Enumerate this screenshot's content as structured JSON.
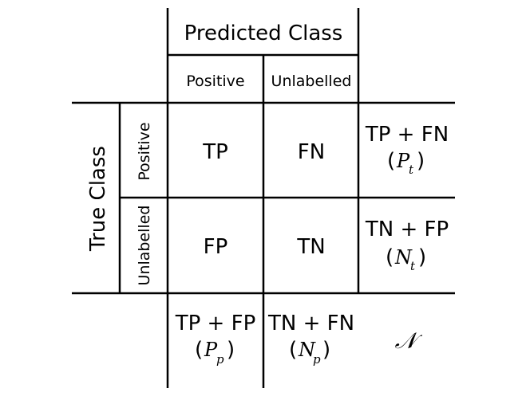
{
  "header": {
    "predicted_title": "Predicted Class",
    "col_positive": "Positive",
    "col_unlabelled": "Unlabelled"
  },
  "side": {
    "true_title": "True Class",
    "row_positive": "Positive",
    "row_unlabelled": "Unlabelled"
  },
  "cells": {
    "tp": "TP",
    "fn": "FN",
    "fp": "FP",
    "tn": "TN"
  },
  "row_totals": {
    "positive_sum": "TP + FN",
    "positive_sym": "P",
    "positive_sub": "t",
    "unlabelled_sum": "TN + FP",
    "unlabelled_sym": "N",
    "unlabelled_sub": "t"
  },
  "col_totals": {
    "positive_sum": "TP + FP",
    "positive_sym": "P",
    "positive_sub": "p",
    "unlabelled_sum": "TN + FN",
    "unlabelled_sym": "N",
    "unlabelled_sub": "p"
  },
  "grand_total": "𝒩"
}
